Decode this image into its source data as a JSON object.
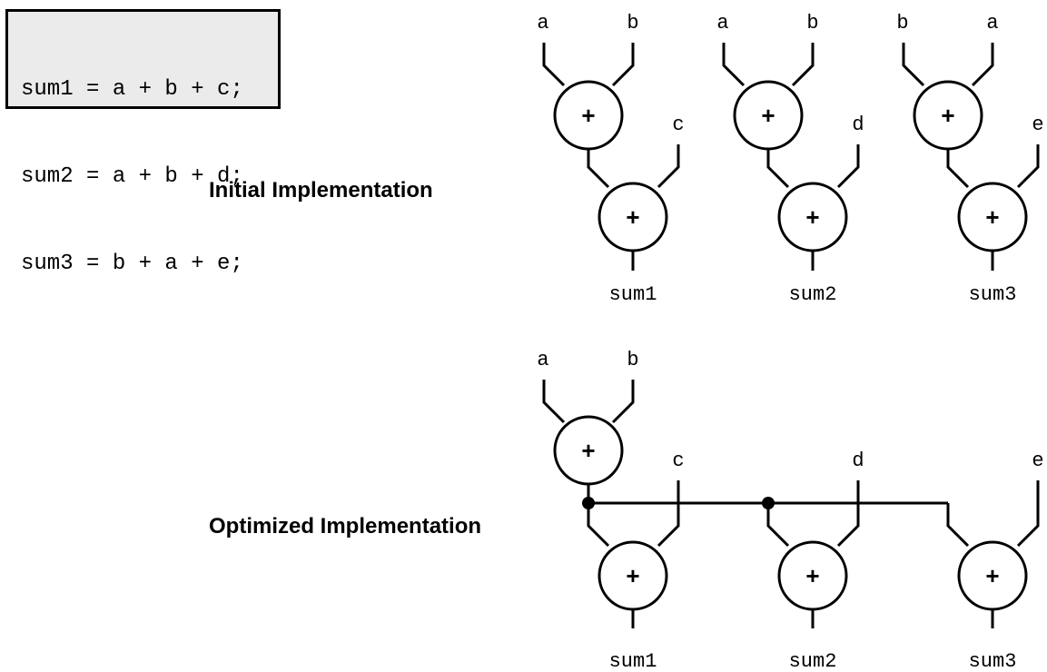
{
  "code": {
    "lines": [
      "sum1 = a + b + c;",
      "sum2 = a + b + d;",
      "sum3 = b + a + e;"
    ]
  },
  "initial": {
    "heading": "Initial Implementation",
    "trees": [
      {
        "in1": "a",
        "in2": "b",
        "in3": "c",
        "out": "sum1"
      },
      {
        "in1": "a",
        "in2": "b",
        "in3": "d",
        "out": "sum2"
      },
      {
        "in1": "b",
        "in2": "a",
        "in3": "e",
        "out": "sum3"
      }
    ]
  },
  "optimized": {
    "heading": "Optimized Implementation",
    "shared_inputs": [
      "a",
      "b"
    ],
    "third_inputs": [
      "c",
      "d",
      "e"
    ],
    "outputs": [
      "sum1",
      "sum2",
      "sum3"
    ]
  },
  "adder_symbol": "+"
}
